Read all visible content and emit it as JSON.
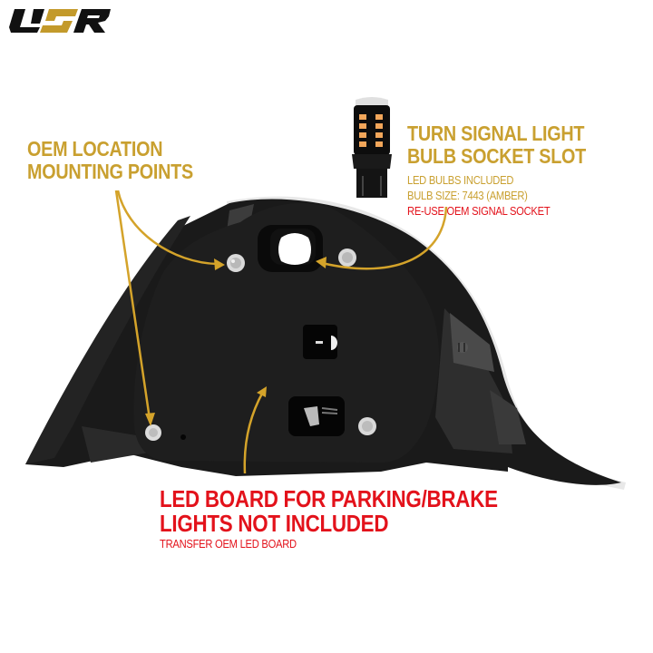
{
  "brand": {
    "logo_text": "USR",
    "colors": {
      "black": "#111111",
      "gold": "#c9a030"
    }
  },
  "callouts": {
    "oem_mounting": {
      "title_lines": [
        "OEM LOCATION",
        "MOUNTING POINTS"
      ],
      "color": "#c9a030"
    },
    "turn_signal": {
      "title_lines": [
        "TURN SIGNAL LIGHT",
        "BULB SOCKET SLOT"
      ],
      "details": [
        {
          "text": "LED BULBS INCLUDED",
          "color": "#c9a030"
        },
        {
          "text": "BULB SIZE: 7443 (AMBER)",
          "color": "#c9a030"
        },
        {
          "text": "RE-USE OEM SIGNAL SOCKET",
          "color": "#e3121b"
        }
      ],
      "color": "#c9a030"
    },
    "led_board": {
      "title_lines": [
        "LED BOARD FOR PARKING/BRAKE",
        "LIGHTS NOT INCLUDED"
      ],
      "subtitle": "TRANSFER OEM LED BOARD",
      "color": "#e3121b"
    }
  },
  "product": {
    "name": "Tail light housing (rear view)",
    "bulb_icon": "7443-led-bulb",
    "led_color": "#f2a65a"
  }
}
